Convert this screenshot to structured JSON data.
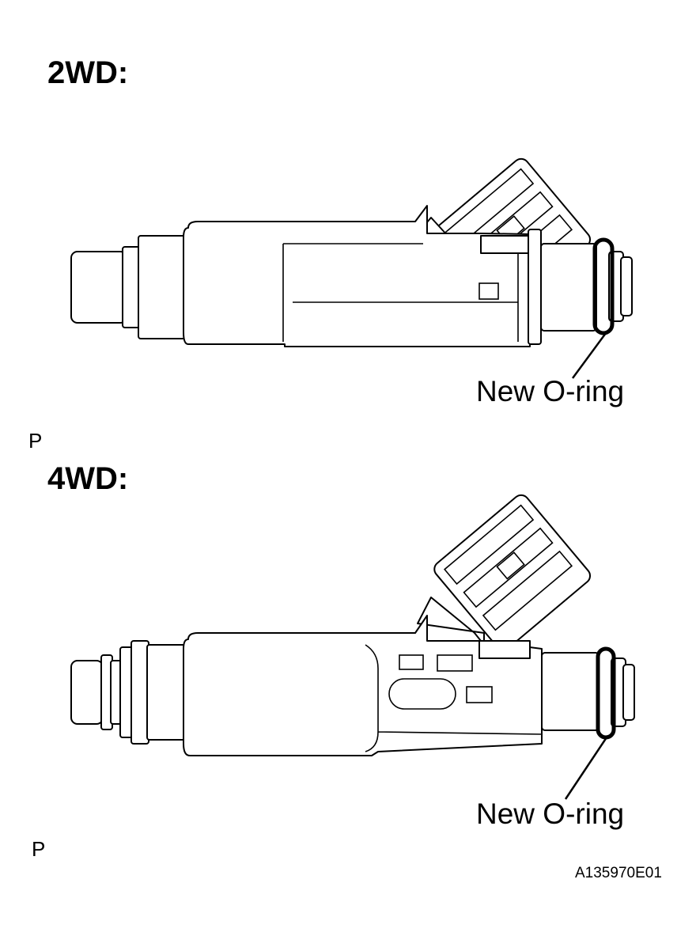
{
  "sections": [
    {
      "heading": "2WD:",
      "callout": "New O-ring",
      "view_mark": "P"
    },
    {
      "heading": "4WD:",
      "callout": "New O-ring",
      "view_mark": "P"
    }
  ],
  "figure_code": "A135970E01"
}
